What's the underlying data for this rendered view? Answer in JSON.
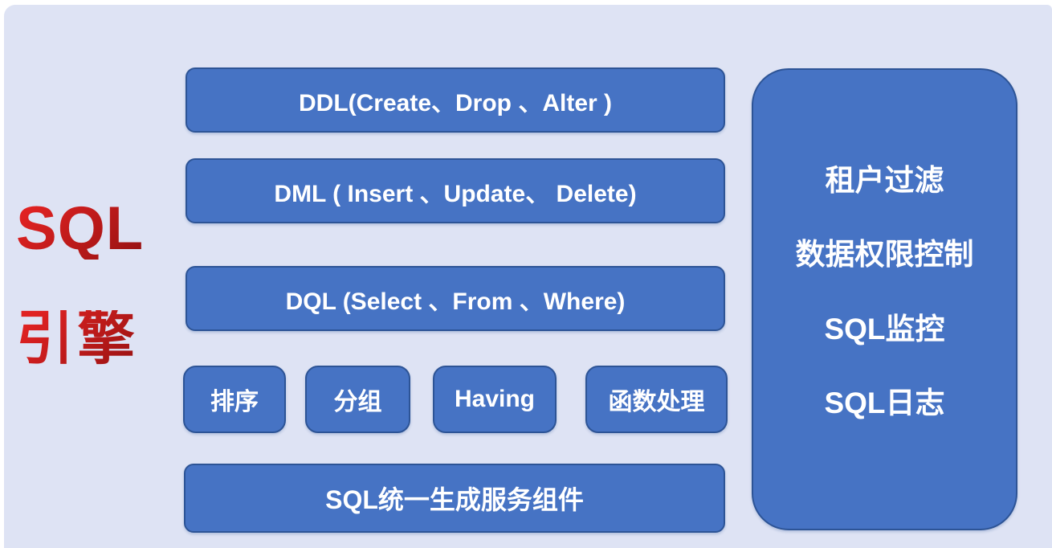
{
  "page": {
    "background_color": "#ffffff",
    "panel_color": "#dee3f4"
  },
  "title": {
    "line1": "SQL",
    "line2": "引擎",
    "color_start": "#e02222",
    "color_end": "#8a0f0f"
  },
  "engine_boxes": [
    {
      "label": "DDL(Create、Drop 、Alter )"
    },
    {
      "label": "DML ( Insert 、Update、 Delete)"
    },
    {
      "label": "DQL (Select 、From 、Where)"
    }
  ],
  "clause_boxes": [
    {
      "label": "排序"
    },
    {
      "label": "分组"
    },
    {
      "label": "Having"
    },
    {
      "label": "函数处理"
    }
  ],
  "bottom_box": {
    "label": "SQL统一生成服务组件"
  },
  "side_panel": {
    "items": [
      {
        "label": "租户过滤"
      },
      {
        "label": "数据权限控制"
      },
      {
        "label": "SQL监控"
      },
      {
        "label": "SQL日志"
      }
    ]
  },
  "colors": {
    "box_fill": "#4673c4",
    "box_border": "#2d5496",
    "box_text": "#ffffff"
  }
}
